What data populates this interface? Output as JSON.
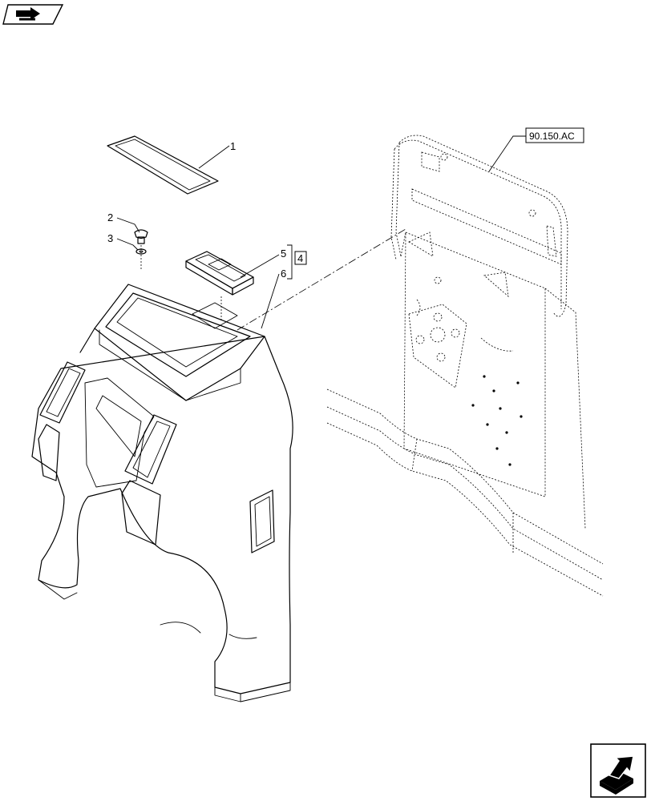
{
  "callouts": {
    "c1": "1",
    "c2": "2",
    "c3": "3",
    "c4": "4",
    "c5": "5",
    "c6": "6"
  },
  "reference": {
    "label": "90.150.AC"
  },
  "icons": {
    "top_left": "return-arrow-icon",
    "bottom_right": "next-page-arrow-icon"
  }
}
